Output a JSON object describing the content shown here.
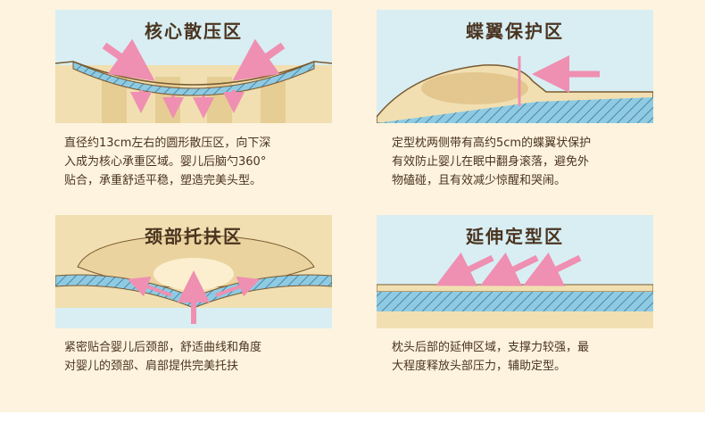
{
  "sections": [
    {
      "title": "核心散压区",
      "lines": [
        "直径约13cm左右的圆形散压区，向下深",
        "入成为核心承重区域。婴儿后脑勺360°",
        "贴合，承重舒适平稳，塑造完美头型。"
      ]
    },
    {
      "title": "蝶翼保护区",
      "lines": [
        "定型枕两侧带有高约5cm的蝶翼状保护",
        "有效防止婴儿在眠中翻身滚落，避免外",
        "物磕碰，且有效减少惊醒和哭闹。"
      ]
    },
    {
      "title": "颈部托扶区",
      "lines": [
        "紧密贴合婴儿后颈部，舒适曲线和角度",
        "对婴儿的颈部、肩部提供完美托扶"
      ]
    },
    {
      "title": "延伸定型区",
      "lines": [
        "枕头后部的延伸区域，支撑力较强，最",
        "大程度释放头部压力，辅助定型。"
      ]
    }
  ],
  "colors": {
    "background": "#fdf3de",
    "sky": "#d8eef3",
    "foam": "#f1dfb1",
    "blue_layer": "#8ecbe2",
    "arrow": "#ef8fb1",
    "text": "#4a3420"
  }
}
